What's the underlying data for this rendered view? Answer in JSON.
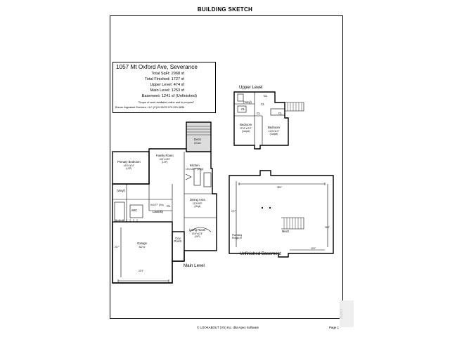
{
  "header": {
    "title": "BUILDING SKETCH"
  },
  "info": {
    "title": "1057 Mt Oxford Ave, Severance",
    "total_sqft": "Total SqFt: 2968 sf",
    "total_finished": "Total Finished: 1727 sf",
    "upper_level": "Upper Level: 474 sf",
    "main_level": "Main Level: 1253 sf",
    "basement": "Basement: 1241 sf (Unfinished)",
    "scope_note": "\"Scope of work available online and by request\"",
    "company": "Breuer Appraisal Services, LLC (C)11/13/25  970-290-3836"
  },
  "levels": {
    "main": "Main Level",
    "upper": "Upper Level",
    "basement": "Unfinished Basement"
  },
  "rooms": {
    "deck": {
      "name": "Deck",
      "dims": "10'x16'"
    },
    "family_room": {
      "name": "Family Room",
      "dims": "15'4\"x13'2\"",
      "floor": "(LVP)"
    },
    "primary_bedroom": {
      "name": "Primary Bedroom",
      "dims": "14'0\"x11'4\"",
      "floor": "(LVP)"
    },
    "kitchen": {
      "name": "Kitchen",
      "dims": "13'1\"x11'7\" (Vinyl)"
    },
    "vinyl_bath": "(Vinyl)",
    "wic": "WIC",
    "cl_main": "CL",
    "hall": {
      "dims": "5'x10'7\" (Vin)"
    },
    "laundry": "Laundry",
    "dining": {
      "name": "Dining Area",
      "dims": "11'3\"x9'9\"",
      "floor": "(Vinyl)"
    },
    "garage": {
      "name": "Garage",
      "area": "522 sf",
      "dim_v": "20'7\"",
      "dim_h": "22'3\""
    },
    "living": {
      "name": "Living Room",
      "dims": "13'6\"x11'3\"",
      "floor": "(LVP)"
    },
    "cov_porch": "Cov Porch",
    "upper_vinyl": "(Vinyl)",
    "upper_cl_a": "CL",
    "upper_cl_b": "CL",
    "upper_cl_c": "CL",
    "upper_cl_d": "CL",
    "upper_cl_e": "CL",
    "bedroom_a": {
      "name": "Bedroom",
      "dims": "12'11\"x10'7\"",
      "floor": "(Carpet)"
    },
    "bedroom_b": {
      "name": "Bedroom",
      "dims": "11'3\"x11'2\"",
      "floor": "(Carpet)"
    },
    "mech": "Mech",
    "plumbing": "Plumbing Rough-in",
    "bsmt_dims": {
      "top": "38'0\"",
      "left": "20'7\"",
      "right": "34'3\"",
      "bottom": "10'0\""
    }
  },
  "footer": {
    "left": "© LOOKABOUT (VS) Inc. dba Apex Software",
    "right": "Page 1"
  },
  "watermark": "Apex",
  "colors": {
    "line": "#000000",
    "deck_fill": "#dcdcdc",
    "box_fill": "#ffffff"
  }
}
